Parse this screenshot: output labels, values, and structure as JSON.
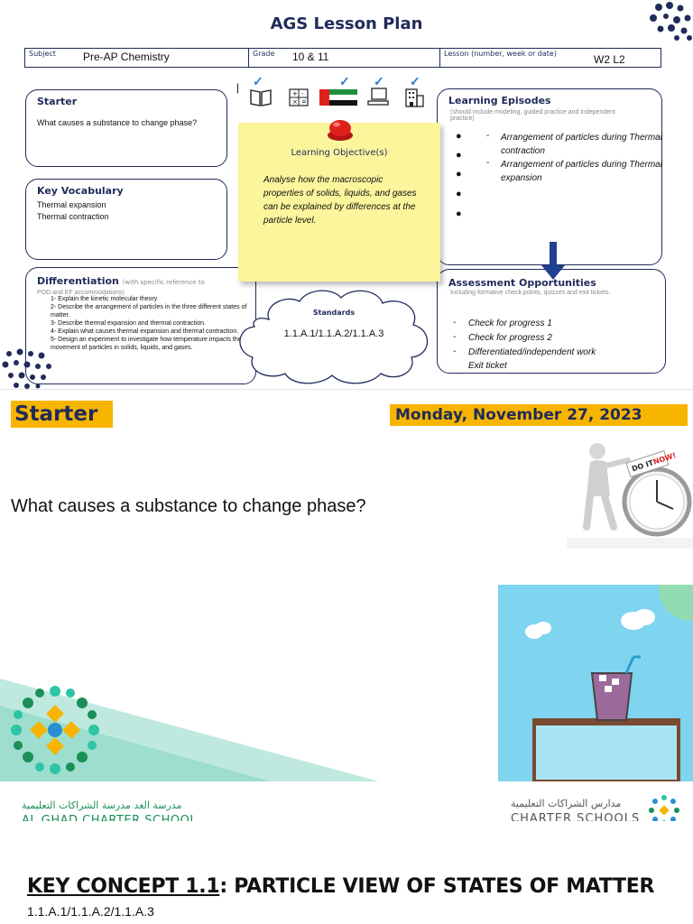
{
  "lesson_plan": {
    "title": "AGS Lesson Plan",
    "info": {
      "subject_label": "Subject",
      "subject_value": "Pre-AP Chemistry",
      "grade_label": "Grade",
      "grade_value": "10 & 11",
      "lesson_label": "Lesson (number, week or date)",
      "lesson_value": "W2 L2"
    },
    "starter": {
      "heading": "Starter",
      "text": "What causes a substance to change phase?"
    },
    "vocabulary": {
      "heading": "Key Vocabulary",
      "items": [
        "Thermal expansion",
        "Thermal contraction"
      ]
    },
    "differentiation": {
      "heading": "Differentiation",
      "heading_note": "(with specific reference to",
      "heading_note2": "POD and EF accommodations)",
      "items": [
        "1- Explain the kinetic molecular theory",
        "2- Describe the arrangement of particles in the three different states of matter.",
        "3- Describe thermal expansion and thermal contraction.",
        "4- Explain what causes thermal expansion and thermal contraction.",
        "5- Design an experiment to investigate how temperature impacts the movement of particles in solids, liquids, and gases."
      ]
    },
    "objective": {
      "heading": "Learning Objective(s)",
      "text": "Analyse how the macroscopic properties of solids, liquids, and gases can be explained by differences at the particle level."
    },
    "episodes": {
      "heading": "Learning Episodes",
      "note": "(should include modeling, guided practice and independent practice)",
      "items": [
        "Arrangement of particles during Thermal contraction",
        "Arrangement of particles during Thermal expansion"
      ]
    },
    "standards": {
      "heading": "Standards",
      "text": "1.1.A.1/1.1.A.2/1.1.A.3"
    },
    "assessment": {
      "heading": "Assessment Opportunities",
      "note": "Including formative check points, quizzes and exit tickets.",
      "items": [
        "Check for progress 1",
        "Check for progress 2",
        "Differentiated/independent work",
        "Exit ticket"
      ]
    },
    "icons": [
      "book-icon",
      "calculator-icon",
      "uae-flag-icon",
      "computer-icon",
      "building-icon"
    ],
    "colors": {
      "navy": "#1f2b5a",
      "check": "#2f77c9",
      "sticky": "#fbf59c",
      "pin": "#e0201b"
    }
  },
  "starter_slide": {
    "label": "Starter",
    "date": "Monday, November 27, 2023",
    "question": "What causes a substance to change phase?",
    "sign_text": "DO IT NOW!",
    "school_ar": "مدرسة الغد مدرسة الشراكات التعليمية",
    "school_en": "AL GHAD CHARTER SCHOOL",
    "network_ar": "مدارس الشراكات التعليمية",
    "network_en": "CHARTER SCHOOLS",
    "colors": {
      "label_bg": "#f7b500",
      "teal": "#2ec4a6",
      "green": "#1a8f57"
    }
  },
  "key_concept": {
    "prefix": "KEY CONCEPT 1.1",
    "title": ": PARTICLE VIEW OF STATES OF MATTER",
    "subtitle": "1.1.A.1/1.1.A.2/1.1.A.3"
  }
}
